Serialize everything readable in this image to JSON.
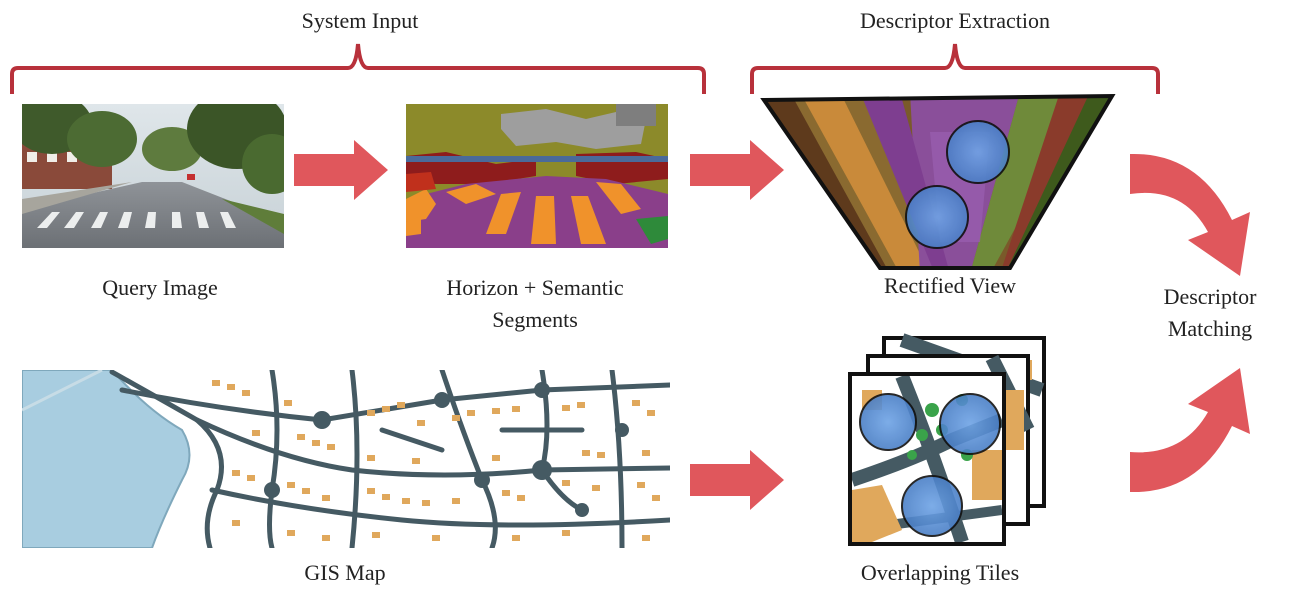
{
  "headers": {
    "system_input": "System Input",
    "descriptor_extraction": "Descriptor Extraction"
  },
  "labels": {
    "query_image": "Query Image",
    "horizon_line1": "Horizon + Semantic",
    "horizon_line2": "Segments",
    "rectified_view": "Rectified View",
    "descriptor_line1": "Descriptor",
    "descriptor_line2": "Matching",
    "gis_map": "GIS Map",
    "overlapping_tiles": "Overlapping Tiles"
  },
  "colors": {
    "bracket": "#b8313b",
    "arrow": "#e0575c",
    "road": "#455a63",
    "building": "#e0a85c",
    "water": "#a8cde0",
    "descriptor_circle": "#5b8fd6",
    "seg_olive": "#8c8a2a",
    "seg_purple": "#8a3f8a",
    "seg_orange": "#f0922b",
    "seg_darkred": "#8e1c1c",
    "seg_blue": "#4a6a9a",
    "seg_green": "#2e8a3a"
  }
}
